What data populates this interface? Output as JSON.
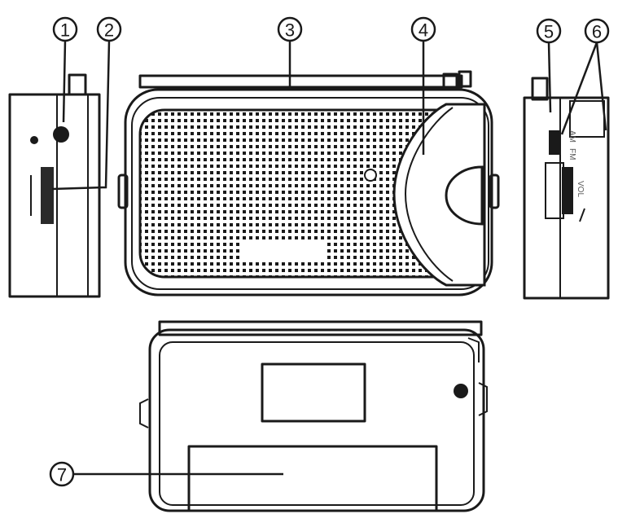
{
  "callouts": [
    {
      "id": "c1",
      "label": "1"
    },
    {
      "id": "c2",
      "label": "2"
    },
    {
      "id": "c3",
      "label": "3"
    },
    {
      "id": "c4",
      "label": "4"
    },
    {
      "id": "c5",
      "label": "5"
    },
    {
      "id": "c6",
      "label": "6"
    },
    {
      "id": "c7",
      "label": "7"
    }
  ],
  "switch_labels": {
    "am": "AM",
    "fm": "FM",
    "vol": "VOL"
  },
  "colors": {
    "ink": "#1a1a1a",
    "background": "#ffffff"
  }
}
